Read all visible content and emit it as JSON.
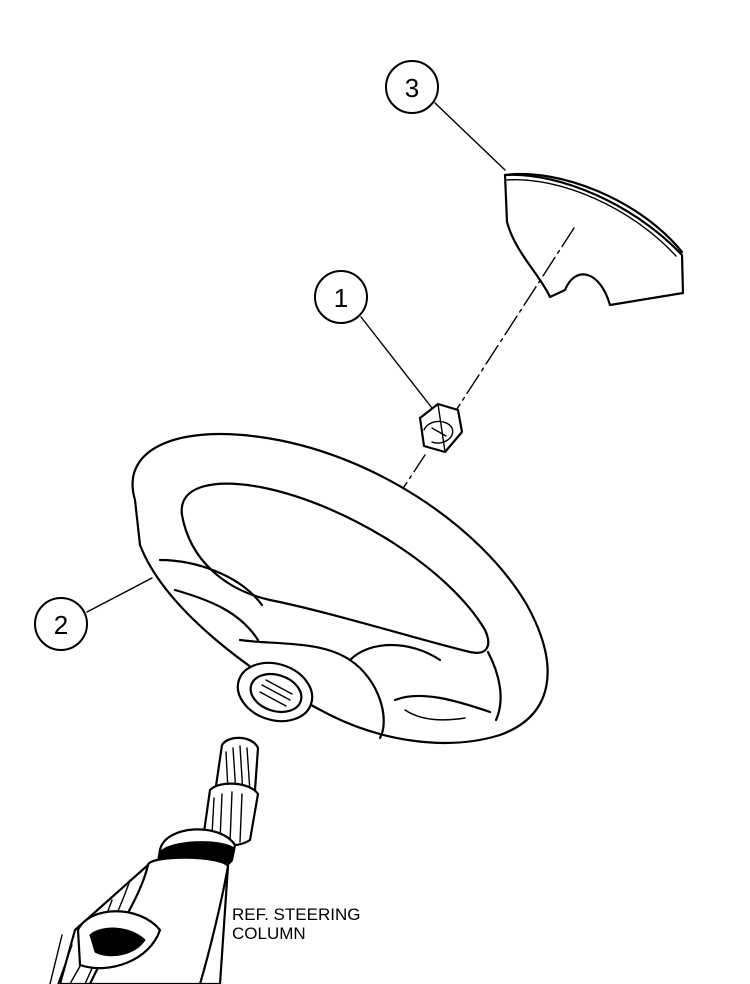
{
  "callouts": [
    {
      "id": "1",
      "label": "1"
    },
    {
      "id": "2",
      "label": "2"
    },
    {
      "id": "3",
      "label": "3"
    }
  ],
  "reference_label": {
    "line1": "REF. STEERING",
    "line2": "COLUMN"
  }
}
